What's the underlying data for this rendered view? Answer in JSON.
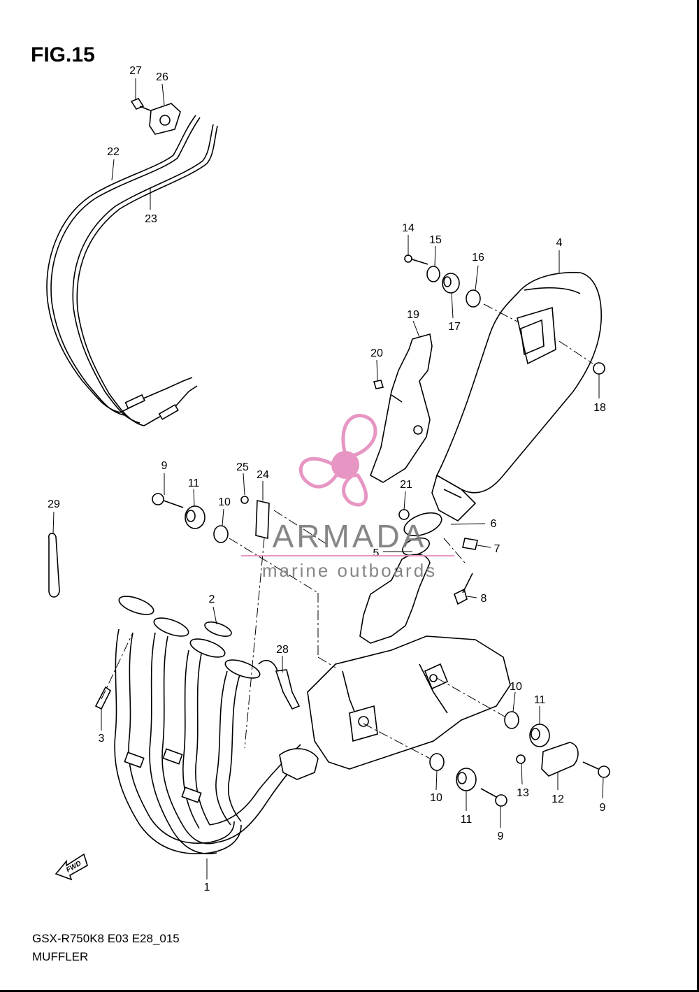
{
  "figure": {
    "title": "FIG.15"
  },
  "footer": {
    "code": "GSX-R750K8 E03 E28_015",
    "name": "MUFFLER"
  },
  "watermark": {
    "brand": "ARMADA",
    "tagline": "marine outboards",
    "accent": "#e58bbd"
  },
  "fwd_label": "FWD",
  "callouts": [
    "1",
    "2",
    "3",
    "4",
    "5",
    "6",
    "7",
    "8",
    "9",
    "10",
    "11",
    "12",
    "13",
    "14",
    "15",
    "16",
    "17",
    "18",
    "19",
    "20",
    "21",
    "22",
    "23",
    "24",
    "25",
    "26",
    "27",
    "28",
    "29"
  ],
  "colors": {
    "line": "#000000",
    "background": "#ffffff"
  }
}
